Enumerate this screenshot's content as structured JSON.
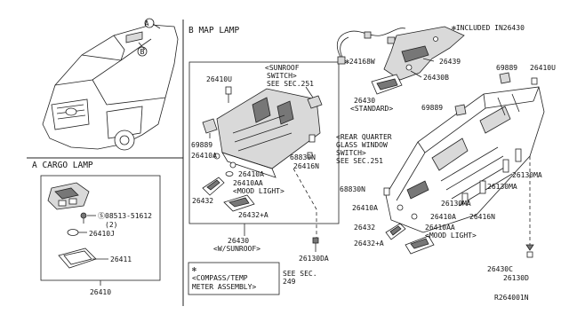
{
  "vehicle": {
    "callout_a": "A",
    "callout_b": "B"
  },
  "section_a": {
    "heading": "A  CARGO LAMP",
    "parts": [
      "Ⓢ08513-51612",
      "(2)",
      "26410J",
      "26411"
    ],
    "assembly": "26410"
  },
  "section_b": {
    "heading": "B  MAP LAMP",
    "sunroof": [
      "26410U",
      "<SUNROOF",
      "SWITCH>",
      "SEE SEC.251",
      "69889",
      "26410A",
      "26410A",
      "26410AA",
      "<MOOD LIGHT>",
      "68830N",
      "26416N",
      "26432",
      "26432+A"
    ],
    "sunroof_assembly": [
      "26430",
      "<W/SUNROOF>"
    ],
    "sunroof_screw": "26130DA",
    "compass": [
      "✻",
      "<COMPASS/TEMP",
      "METER ASSEMBLY>",
      "SEE SEC.",
      "249"
    ],
    "included_note": "✻INCLUDED IN26430",
    "standard": [
      "✻24168W",
      "26439",
      "26430B",
      "26430",
      "<STANDARD>",
      "69889",
      "26410U",
      "69889",
      "<REAR QUARTER",
      "GLASS WINDOW",
      "SWITCH>",
      "SEE SEC.251",
      "68830N",
      "26130MA",
      "26130MA",
      "26130MA",
      "26410A",
      "26410A",
      "26416N",
      "26432",
      "26410AA",
      "<MOOD LIGHT>",
      "26432+A",
      "26430C",
      "26130D"
    ]
  },
  "diagram_code": "R264001N"
}
